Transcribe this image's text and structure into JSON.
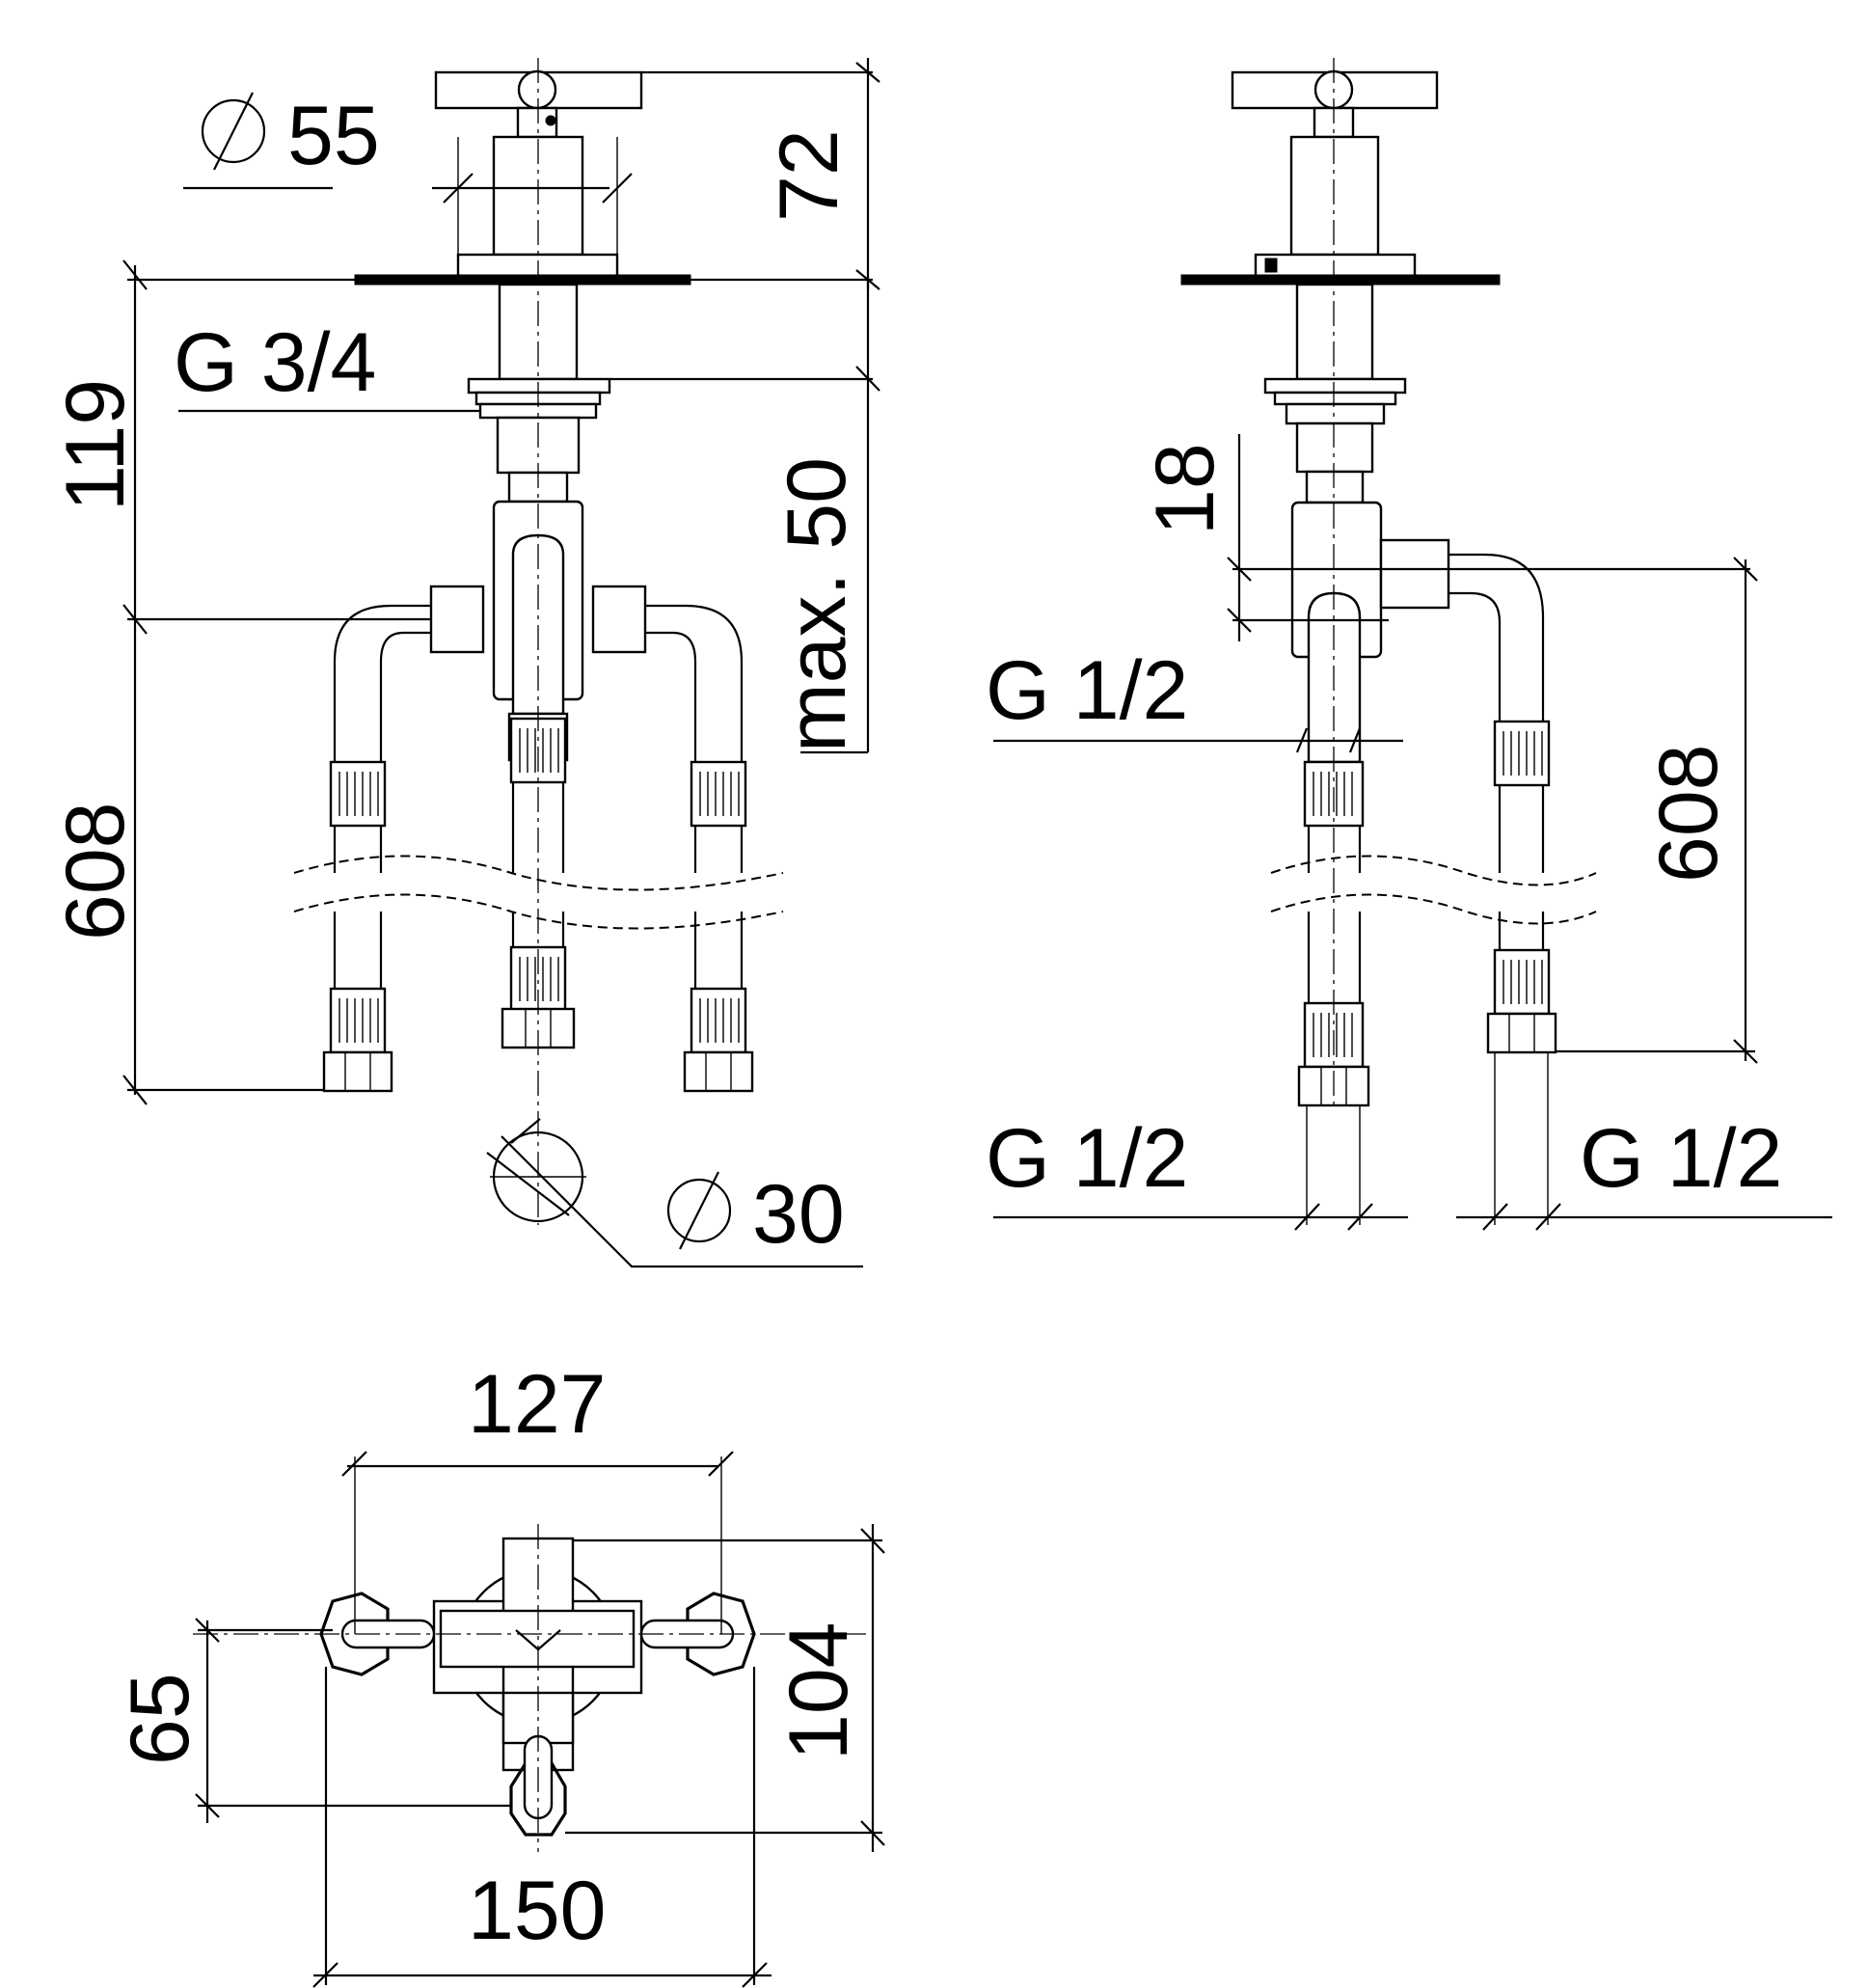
{
  "drawing": {
    "front_view": {
      "handle_diameter": "55",
      "handle_height": "72",
      "thread_size": "G 3/4",
      "body_height": "119",
      "max_plate_thickness": "max. 50",
      "hose_length": "608",
      "hole_diameter": "30",
      "diameter_symbol": "⌀"
    },
    "side_view": {
      "offset": "18",
      "outlet_thread": "G 1/2",
      "hose_length": "608",
      "left_connection": "G 1/2",
      "right_connection": "G 1/2"
    },
    "plan_view": {
      "handle_spread": "127",
      "overall_width": "150",
      "depth": "104",
      "inlet_depth": "65"
    }
  }
}
